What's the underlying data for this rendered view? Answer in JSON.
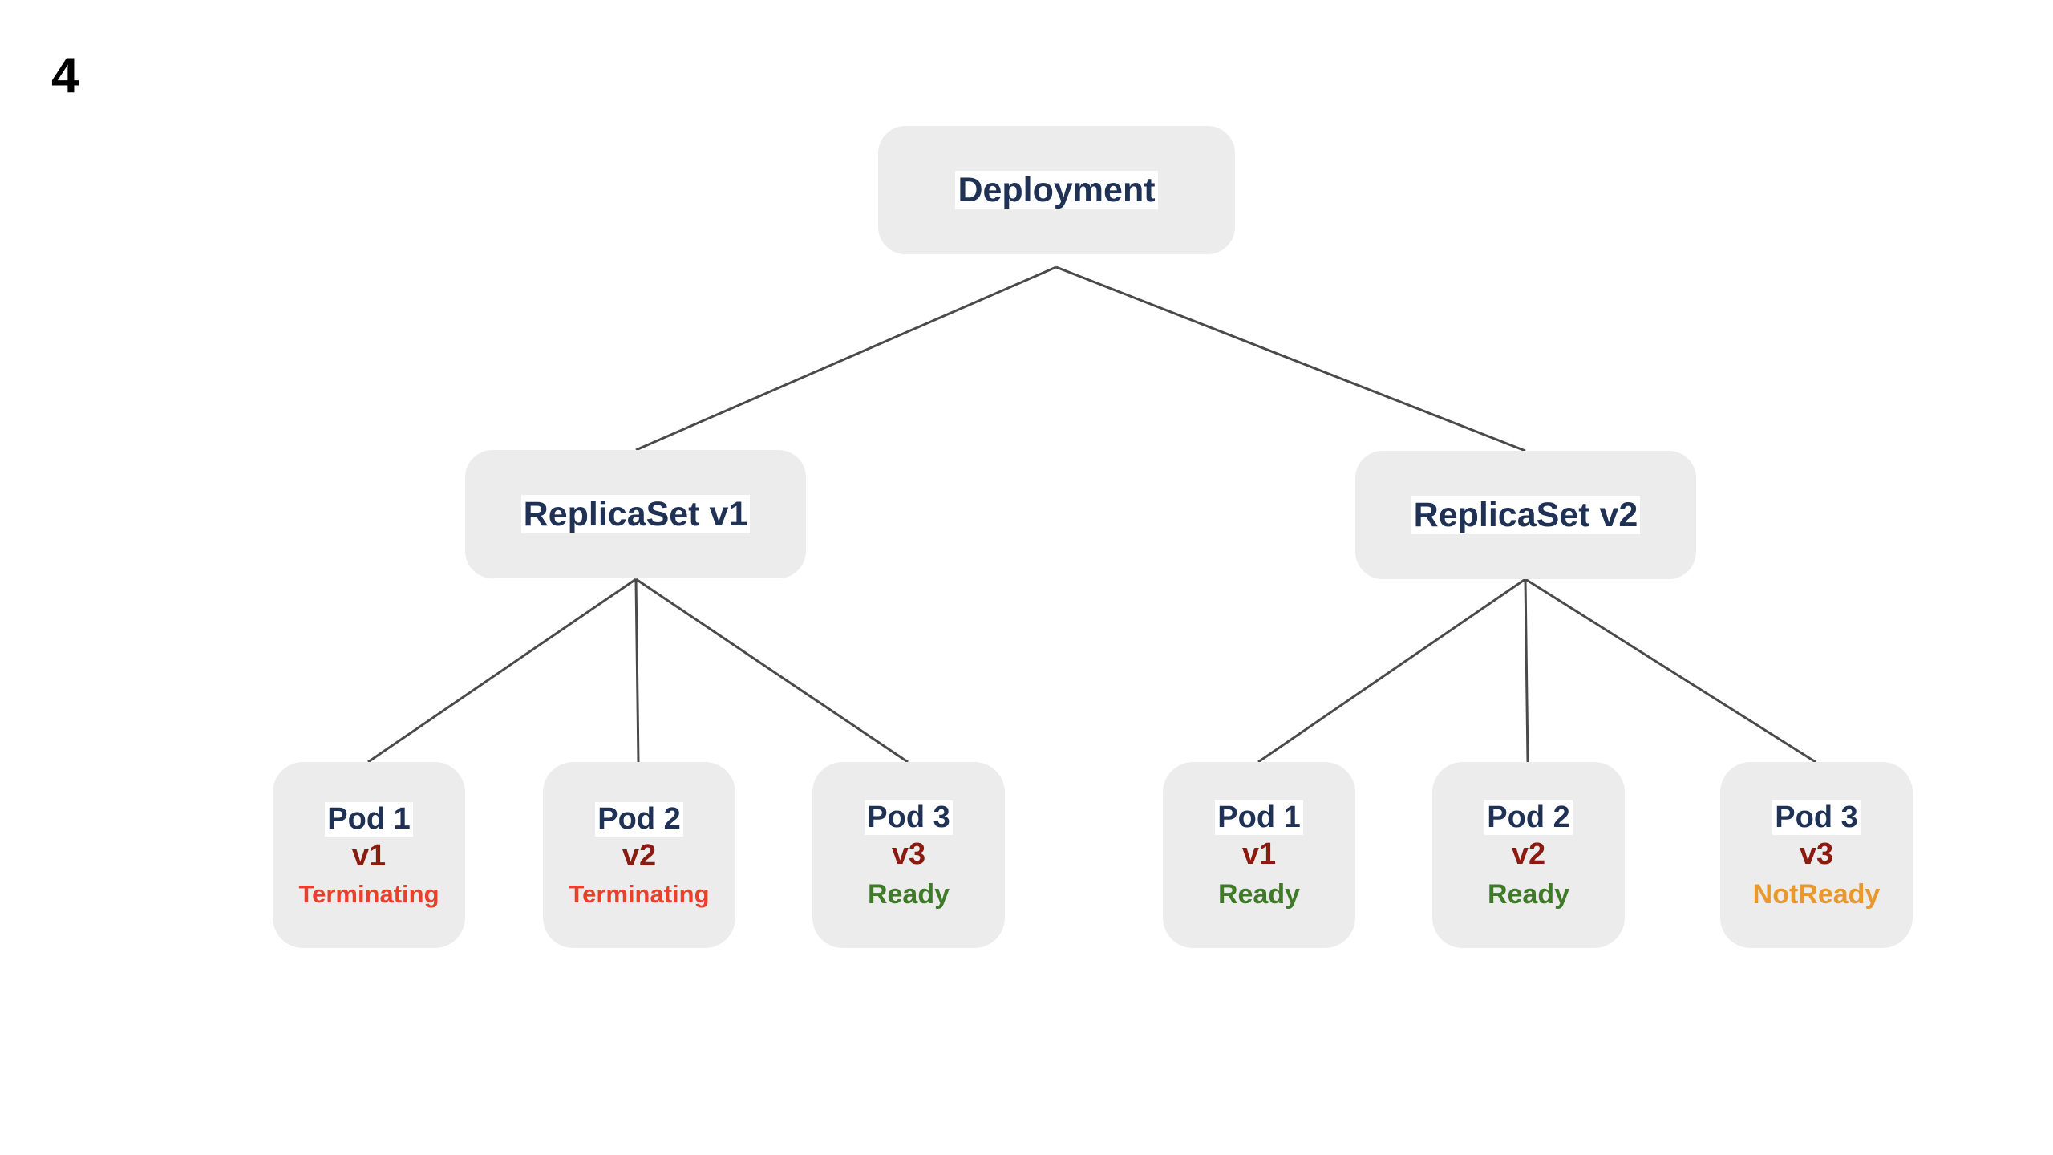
{
  "slide": {
    "number": "4"
  },
  "colors": {
    "node_background": "#ececec",
    "title_text": "#1f3154",
    "title_highlight": "#ffffff",
    "version_text": "#8b1a10",
    "status_terminating": "#e8402a",
    "status_ready": "#3e7a28",
    "status_notready": "#e8992e",
    "connector_line": "#4a4a4a",
    "page_background": "#ffffff"
  },
  "diagram": {
    "type": "tree",
    "root": {
      "label": "Deployment"
    },
    "replicasets": [
      {
        "label": "ReplicaSet v1"
      },
      {
        "label": "ReplicaSet v2"
      }
    ],
    "pods": {
      "v1_group": [
        {
          "name": "Pod 1",
          "version": "v1",
          "status": "Terminating",
          "status_kind": "terminating"
        },
        {
          "name": "Pod 2",
          "version": "v2",
          "status": "Terminating",
          "status_kind": "terminating"
        },
        {
          "name": "Pod 3",
          "version": "v3",
          "status": "Ready",
          "status_kind": "ready"
        }
      ],
      "v2_group": [
        {
          "name": "Pod 1",
          "version": "v1",
          "status": "Ready",
          "status_kind": "ready"
        },
        {
          "name": "Pod 2",
          "version": "v2",
          "status": "Ready",
          "status_kind": "ready"
        },
        {
          "name": "Pod 3",
          "version": "v3",
          "status": "NotReady",
          "status_kind": "notready"
        }
      ]
    }
  }
}
